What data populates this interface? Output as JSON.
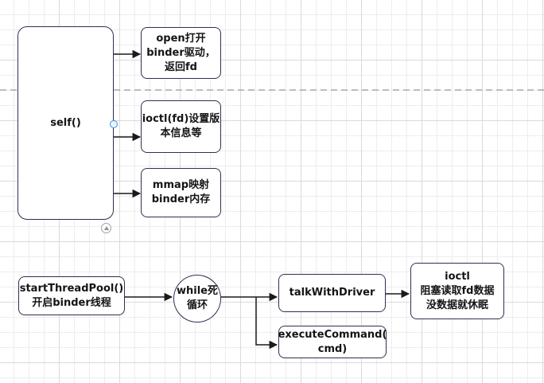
{
  "colors": {
    "node_border": "#2e3150",
    "node_fill": "#ffffff",
    "text": "#141414",
    "arrow": "#1a1a1a",
    "grid_minor": "#ededed",
    "grid_major": "#dadada",
    "page_boundary": "#9c9c9c",
    "connection_point": "#3b8de8",
    "collapse_control": "#a3a3a3"
  },
  "icons": {
    "collapse": "triangle-up-icon",
    "connection_point": "connection-dot-icon"
  },
  "nodes": {
    "self": {
      "label": "self()"
    },
    "open_binder": {
      "label": "open打开\nbinder驱动，\n返回fd"
    },
    "ioctl_version": {
      "label": "ioctl(fd)设置版\n本信息等"
    },
    "mmap_memory": {
      "label": "mmap映射\nbinder内存"
    },
    "start_thread_pool": {
      "label": "startThreadPool()\n开启binder线程"
    },
    "while_loop": {
      "label": "while死\n循环"
    },
    "talk_with_driver": {
      "label": "talkWithDriver"
    },
    "execute_command": {
      "label": "executeCommand(\ncmd)"
    },
    "ioctl_blocking_read": {
      "label": "ioctl\n阻塞读取fd数据\n没数据就休眠"
    }
  }
}
